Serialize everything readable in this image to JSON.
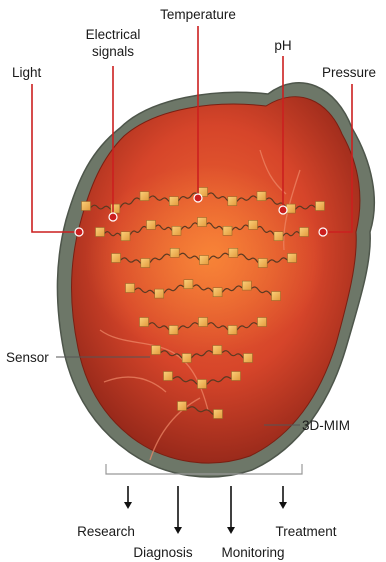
{
  "labels": {
    "light": "Light",
    "electrical_line1": "Electrical",
    "electrical_line2": "signals",
    "temperature": "Temperature",
    "ph": "pH",
    "pressure": "Pressure",
    "sensor": "Sensor",
    "membrane": "3D-MIM"
  },
  "applications": [
    {
      "label": "Research"
    },
    {
      "label": "Diagnosis"
    },
    {
      "label": "Monitoring"
    },
    {
      "label": "Treatment"
    }
  ],
  "colors": {
    "heart_center": "#e2552a",
    "heart_edge": "#8f2518",
    "membrane": "#6d7768",
    "leader_red": "#cc1f1f",
    "sensor_pad": "#f2b75b",
    "serpentine": "#5b3a22",
    "text": "#1a1a1a"
  }
}
